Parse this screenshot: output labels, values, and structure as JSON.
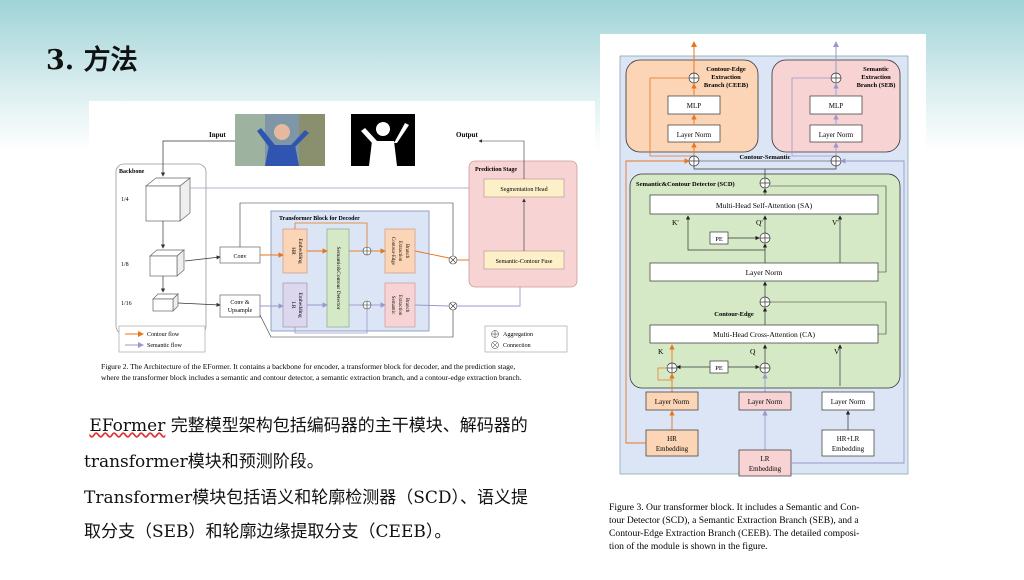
{
  "slide": {
    "title": "3. 方法",
    "para1_lead": "EFormer",
    "para1_rest": " 完整模型架构包括编码器的主干模块、解码器的",
    "para1_line2": "transformer模块和预测阶段。",
    "para2_line1": "Transformer模块包括语义和轮廓检测器（SCD）、语义提",
    "para2_line2": "取分支（SEB）和轮廓边缘提取分支（CEEB）。"
  },
  "fig2": {
    "input_label": "Input",
    "output_label": "Output",
    "backbone_label": "Backbone",
    "scale_1_4": "1/4",
    "scale_1_8": "1/8",
    "scale_1_16": "1/16",
    "conv": "Conv",
    "conv_upsample_1": "Conv &",
    "conv_upsample_2": "Upsample",
    "transformer_block": "Transformer Block for Decoder",
    "hr_embedding_1": "HR",
    "hr_embedding_2": "Embedding",
    "lr_embedding_1": "LR",
    "lr_embedding_2": "Embedding",
    "scd": "Semantic&Contour Detector",
    "ceeb_1": "Contour-Edge",
    "ceeb_2": "Extraction",
    "ceeb_3": "Branch",
    "seb_1": "Semantic",
    "seb_2": "Extraction",
    "seb_3": "Branch",
    "prediction_stage": "Prediction Stage",
    "segmentation_head": "Segmentation Head",
    "semantic_contour_fuse": "Semantic-Contour Fuse",
    "legend_contour": "Contour flow",
    "legend_semantic": "Semantic flow",
    "legend_aggregation": "Aggregation",
    "legend_connection": "Connection",
    "caption_1": "Figure 2. The Architecture of the EFormer. It contains a backbone for encoder, a transformer block for decoder, and the prediction stage,",
    "caption_2": "where the transformer block includes a semantic and contour detector, a semantic extraction branch, and a contour-edge extraction branch."
  },
  "fig3": {
    "ceeb_1": "Contour-Edge",
    "ceeb_2": "Extraction",
    "ceeb_3": "Branch (CEEB)",
    "seb_1": "Semantic",
    "seb_2": "Extraction",
    "seb_3": "Branch (SEB)",
    "mlp": "MLP",
    "layer_norm": "Layer Norm",
    "contour_semantic": "Contour-Semantic",
    "scd": "Semantic&Contour Detector (SCD)",
    "mhsa": "Multi-Head Self-Attention (SA)",
    "k_prime": "K'",
    "q_prime": "Q'",
    "v_prime": "V'",
    "pe": "PE",
    "contour_edge": "Contour-Edge",
    "mhca": "Multi-Head Cross-Attention (CA)",
    "k": "K",
    "q": "Q",
    "v": "V",
    "hr_emb_1": "HR",
    "hr_emb_2": "Embedding",
    "lr_emb_1": "LR",
    "lr_emb_2": "Embedding",
    "hrlr_emb_1": "HR+LR",
    "hrlr_emb_2": "Embedding",
    "caption_1": "Figure 3. Our transformer block. It includes a Semantic and Con-",
    "caption_2": "tour Detector (SCD), a Semantic Extraction Branch (SEB), and a",
    "caption_3": "Contour-Edge Extraction Branch (CEEB). The detailed composi-",
    "caption_4": "tion of the module is shown in the figure."
  },
  "colors": {
    "contour_orange": "#e8761e",
    "semantic_purple": "#9e97cc",
    "peach": "#fbd5b5",
    "pink": "#f7d3d3",
    "green": "#d6e9c6",
    "blue": "#dbe5f5"
  }
}
